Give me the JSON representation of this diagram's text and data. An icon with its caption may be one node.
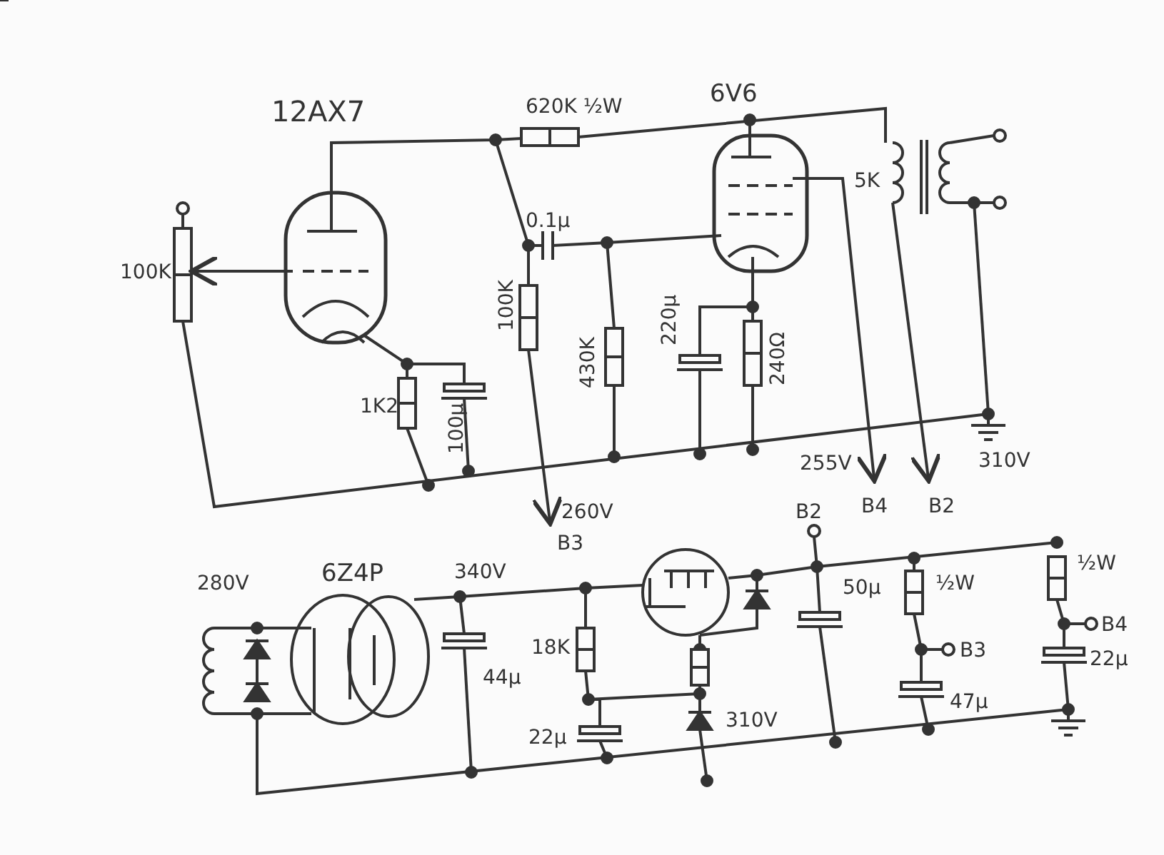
{
  "diagram": {
    "labels": [
      "12AX7",
      "620K ½W",
      "6V6",
      "100K",
      "0.1µ",
      "5K",
      "100K",
      "430K",
      "220µ",
      "240Ω",
      "1K2",
      "100µ",
      "255V",
      "310V",
      "260V",
      "B4",
      "B2",
      "B3",
      "B2",
      "280V",
      "6Z4P",
      "340V",
      "18K",
      "50µ",
      "½W",
      "½W",
      "B3",
      "B4",
      "44µ",
      "22µ",
      "310V",
      "47µ",
      "22µ"
    ]
  }
}
